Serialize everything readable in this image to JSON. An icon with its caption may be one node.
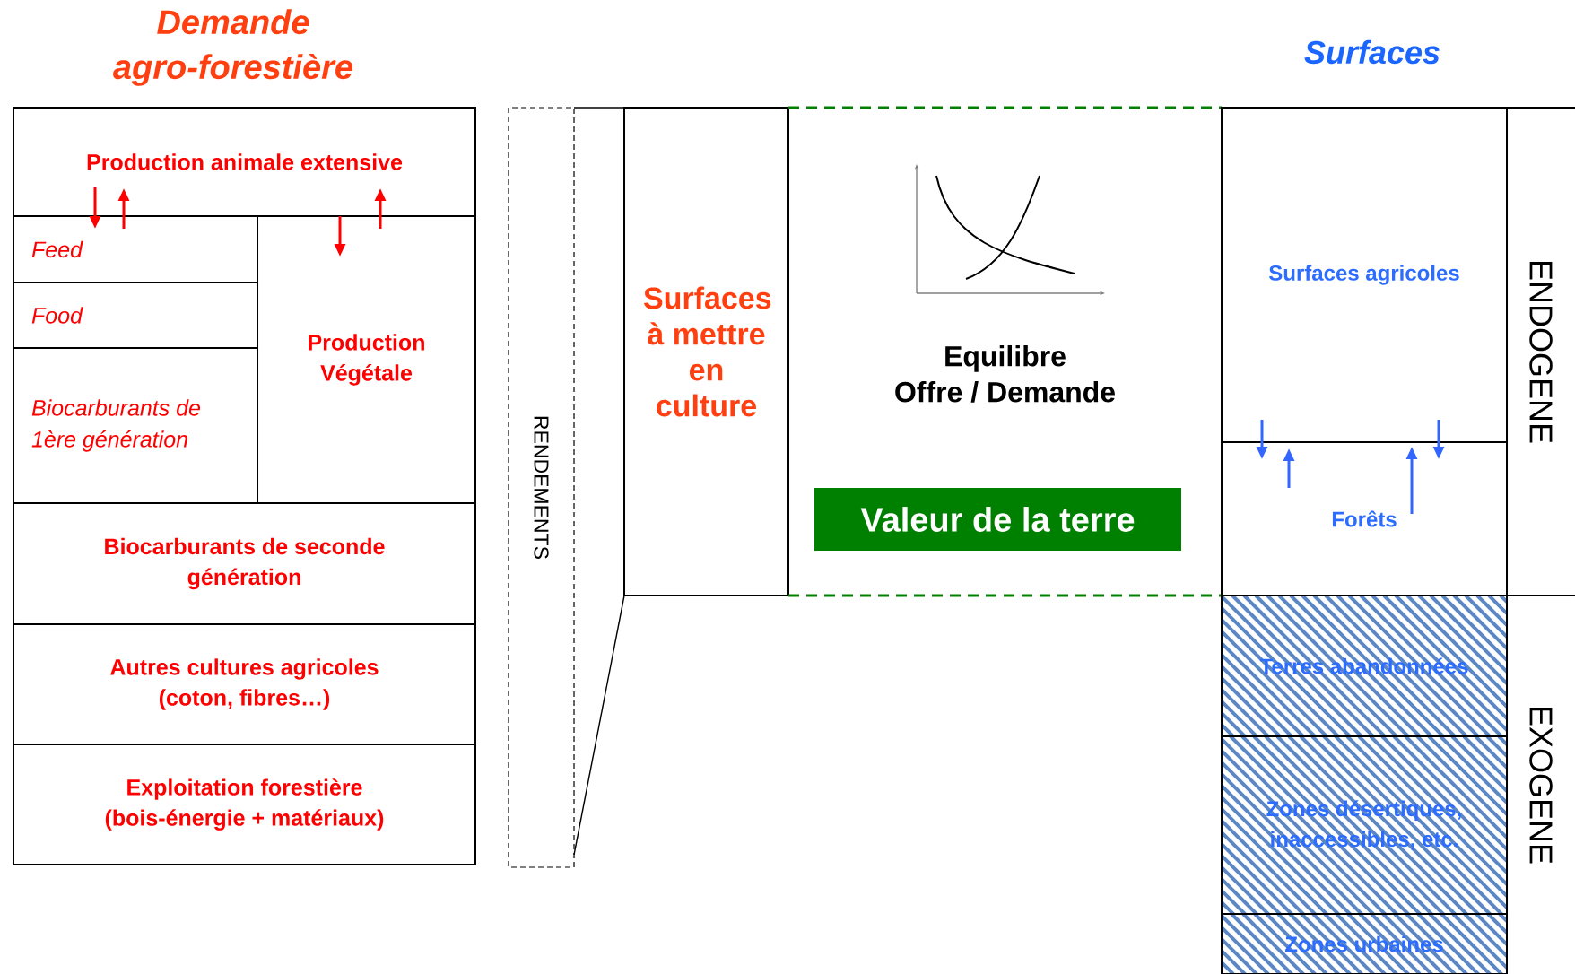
{
  "diagram": {
    "nodes": [
      {
        "text": [
          "Production animale extensive"
        ]
      },
      {
        "text": [
          "Feed"
        ]
      },
      {
        "text": [
          "Food"
        ]
      },
      {
        "text": [
          "Biocarburants de 1ère génération"
        ]
      },
      {
        "text": [
          "Production Végétale"
        ]
      },
      {
        "text": [
          "Biocarburants de seconde génération"
        ]
      },
      {
        "text": [
          "Autres cultures agricoles (coton, fibres…)"
        ]
      },
      {
        "text": [
          "Exploitation forestière (bois-énergie + matériaux)"
        ]
      },
      {
        "text": [
          "RENDEMENTS"
        ]
      },
      {
        "text": [
          "Surfaces à mettre en culture"
        ]
      },
      {
        "text": [
          "Equilibre Offre / Demande"
        ]
      },
      {
        "text": [
          "Valeur de la terre"
        ],
        "in": 10
      },
      {
        "text": [
          "Surfaces agricoles"
        ]
      },
      {
        "text": [
          "Forêts"
        ]
      },
      {
        "text": [
          "Terres abandonnées"
        ]
      },
      {
        "text": [
          "Zones désertiques, inaccessibles, etc."
        ]
      },
      {
        "text": [
          "Zones urbaines"
        ]
      },
      {
        "text": [
          "ENDOGENE"
        ]
      },
      {
        "text": [
          "EXOGENE"
        ]
      }
    ],
    "edges": [
      {
        "from": 0,
        "to": 1,
        "arrow": "to",
        "color": "#ff0000"
      },
      {
        "from": 1,
        "to": 0,
        "arrow": "to",
        "color": "#ff0000"
      },
      {
        "from": 0,
        "to": 4,
        "arrow": "to",
        "color": "#ff0000"
      },
      {
        "from": 4,
        "to": 0,
        "arrow": "to",
        "color": "#ff0000"
      },
      {
        "from": 12,
        "to": 13,
        "arrow": "to",
        "color": "#3366ff"
      },
      {
        "from": 13,
        "to": 12,
        "arrow": "to",
        "color": "#3366ff"
      },
      {
        "from": 12,
        "to": 13,
        "arrow": "to",
        "color": "#3366ff"
      },
      {
        "from": 13,
        "to": 12,
        "arrow": "to",
        "color": "#3366ff"
      },
      {
        "from": 8,
        "to": 9,
        "arrow": "none",
        "color": "#000000"
      },
      {
        "from": 8,
        "to": 9,
        "arrow": "none",
        "color": "#000000"
      }
    ],
    "labels": [
      "Demande agro-forestière",
      "Surfaces"
    ]
  }
}
